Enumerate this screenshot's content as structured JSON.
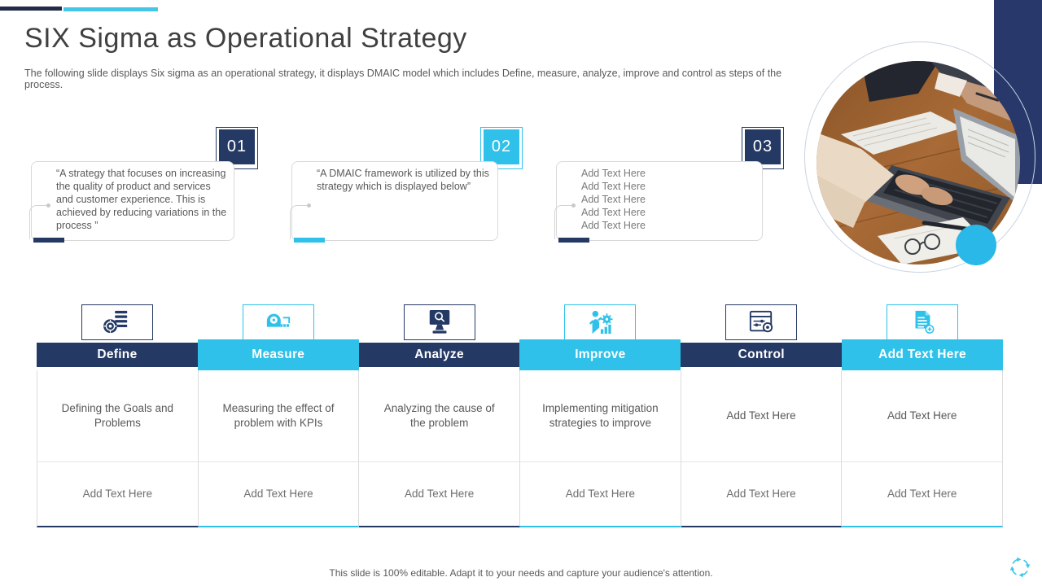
{
  "slide": {
    "title": "SIX Sigma as Operational Strategy",
    "subtitle": "The following slide displays Six sigma as an operational strategy, it displays DMAIC model which includes Define, measure, analyze, improve and control as steps of the process.",
    "footer": "This slide is 100% editable. Adapt it to your needs and capture your audience's attention."
  },
  "colors": {
    "navy": "#253965",
    "cyan": "#2fc1e9",
    "topbar_navy": "#232b48",
    "topbar_cyan": "#45c6e6"
  },
  "callouts": [
    {
      "number": "01",
      "accent": "navy",
      "text": "“A strategy that focuses on increasing the quality of product and services and customer experience. This is achieved by reducing variations in the process ”"
    },
    {
      "number": "02",
      "accent": "cyan",
      "text": "“A DMAIC framework is utilized by this strategy which is displayed below”"
    },
    {
      "number": "03",
      "accent": "navy",
      "lines": [
        "Add Text Here",
        "Add Text Here",
        "Add Text Here",
        "Add Text Here",
        "Add Text Here"
      ]
    }
  ],
  "table": {
    "columns": [
      {
        "header": "Define",
        "accent": "navy",
        "icon": "target-list-icon",
        "row1": "Defining the Goals and Problems",
        "row2": "Add Text Here"
      },
      {
        "header": "Measure",
        "accent": "cyan",
        "icon": "measuring-tape-icon",
        "row1": "Measuring the effect of problem with KPIs",
        "row2": "Add Text Here"
      },
      {
        "header": "Analyze",
        "accent": "navy",
        "icon": "monitor-magnifier-icon",
        "row1": "Analyzing the cause of the problem",
        "row2": "Add Text Here"
      },
      {
        "header": "Improve",
        "accent": "cyan",
        "icon": "person-gear-chart-icon",
        "row1": "Implementing mitigation strategies to improve",
        "row2": "Add Text Here"
      },
      {
        "header": "Control",
        "accent": "navy",
        "icon": "settings-window-icon",
        "row1": "Add Text Here",
        "row2": "Add Text Here"
      },
      {
        "header": "Add Text Here",
        "accent": "cyan",
        "icon": "document-add-icon",
        "row1": "Add Text Here",
        "row2": "Add Text Here"
      }
    ]
  }
}
